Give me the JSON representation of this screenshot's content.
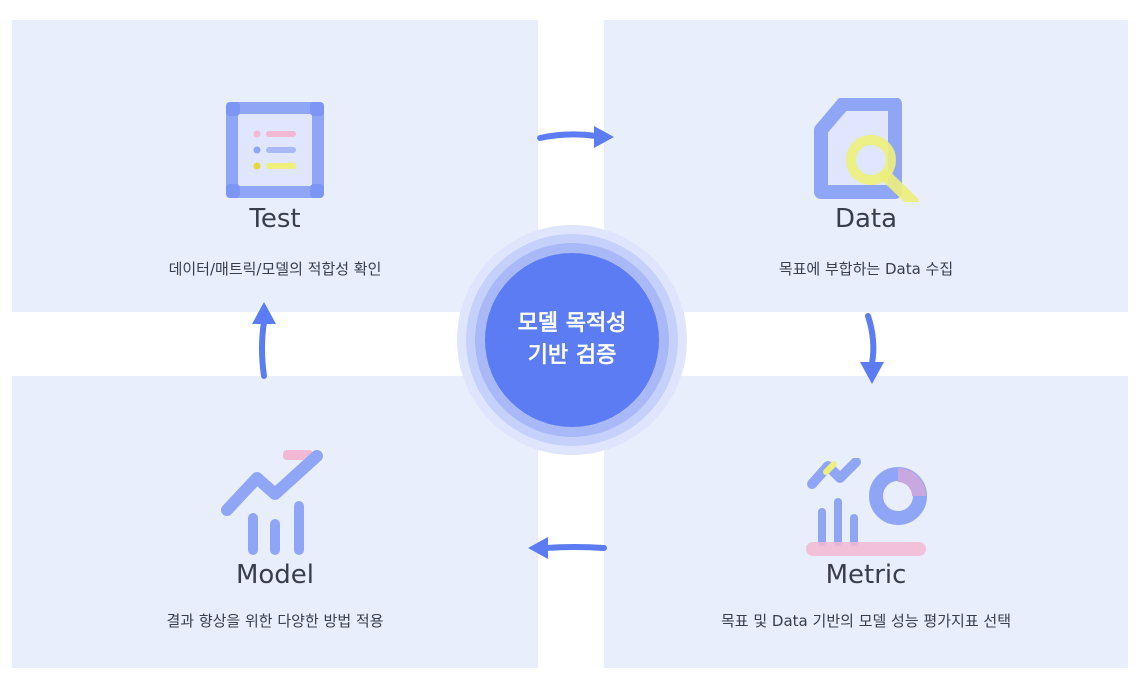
{
  "center": {
    "line1": "모델 목적성",
    "line2": "기반 검증"
  },
  "steps": {
    "test": {
      "title": "Test",
      "description": "데이터/매트릭/모델의 적합성 확인"
    },
    "data": {
      "title": "Data",
      "description": "목표에 부합하는 Data 수집"
    },
    "metric": {
      "title": "Metric",
      "description": "목표 및 Data 기반의 모델 성능 평가지표 선택"
    },
    "model": {
      "title": "Model",
      "description": "결과 향상을 위한 다양한 방법 적용"
    }
  },
  "colors": {
    "panel": "#e9eefc",
    "accent": "#5b7cf2",
    "icon_blue": "#8fa6f7",
    "icon_yellow": "#eef07a",
    "icon_pink": "#f2b8d4",
    "text": "#3a3d4a"
  },
  "icons": {
    "test": "checklist-icon",
    "data": "document-search-icon",
    "metric": "analytics-icon",
    "model": "growth-chart-icon"
  }
}
